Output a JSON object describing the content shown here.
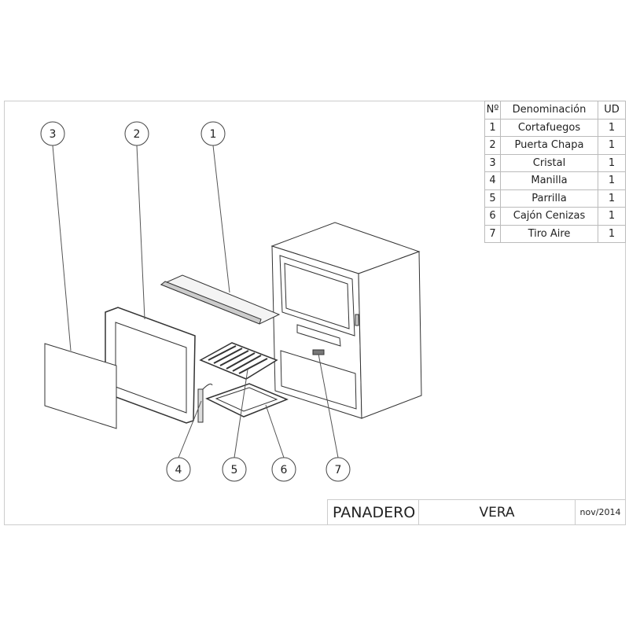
{
  "parts_table": {
    "headers": {
      "number": "Nº",
      "name": "Denominación",
      "qty": "UD"
    },
    "rows": [
      {
        "number": "1",
        "name": "Cortafuegos",
        "qty": "1"
      },
      {
        "number": "2",
        "name": "Puerta Chapa",
        "qty": "1"
      },
      {
        "number": "3",
        "name": "Cristal",
        "qty": "1"
      },
      {
        "number": "4",
        "name": "Manilla",
        "qty": "1"
      },
      {
        "number": "5",
        "name": "Parrilla",
        "qty": "1"
      },
      {
        "number": "6",
        "name": "Cajón Cenizas",
        "qty": "1"
      },
      {
        "number": "7",
        "name": "Tiro Aire",
        "qty": "1"
      }
    ]
  },
  "title_block": {
    "type": "PANADERO",
    "model": "VERA",
    "date": "nov/2014"
  },
  "balloons": [
    "1",
    "2",
    "3",
    "4",
    "5",
    "6",
    "7"
  ]
}
